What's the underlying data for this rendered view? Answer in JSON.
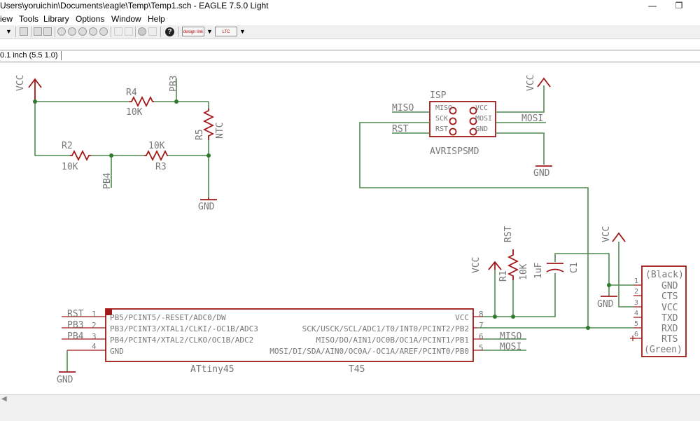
{
  "window": {
    "title": "Users\\yoruichin\\Documents\\eagle\\Temp\\Temp1.sch - EAGLE 7.5.0 Light",
    "minimize_glyph": "—",
    "restore_glyph": "❐"
  },
  "menu": {
    "items": [
      "iew",
      "Tools",
      "Library",
      "Options",
      "Window",
      "Help"
    ]
  },
  "toolbar": {
    "help_glyph": "?",
    "design_link_label": "design link",
    "spice_label": "LTC SPICE"
  },
  "coord": {
    "text": "0.1 inch (5.5 1.0)",
    "command_value": ""
  },
  "colors": {
    "wire": "#4f8a4f",
    "part": "#a01818",
    "text": "#777777"
  },
  "schematic": {
    "supplies": {
      "vcc1": "VCC",
      "vcc2": "VCC",
      "vcc3": "VCC",
      "vcc4": "VCC",
      "gnd1": "GND",
      "gnd2": "GND",
      "gnd3": "GND",
      "gnd4": "GND"
    },
    "labels": {
      "pb3_top": "PB3",
      "pb4": "PB4",
      "miso": "MISO",
      "rst": "RST",
      "mosi": "MOSI",
      "rst_r1": "RST"
    },
    "resistors": {
      "r4": {
        "name": "R4",
        "value": "10K"
      },
      "r2": {
        "name": "R2",
        "value": "10K"
      },
      "r3": {
        "name": "R3",
        "value": "10K"
      },
      "r5": {
        "name": "R5",
        "value": "NTC"
      },
      "r1": {
        "name": "R1",
        "value": "10K"
      }
    },
    "capacitor": {
      "name": "C1",
      "value": "1uF"
    },
    "isp": {
      "name": "ISP",
      "value": "AVRISPSMD",
      "pins": [
        "MISO",
        "SCK",
        "RST",
        "VCC",
        "MOSI",
        "GND"
      ]
    },
    "ftdi": {
      "top": "(Black)",
      "bottom": "(Green)",
      "pins": [
        "GND",
        "CTS",
        "VCC",
        "TXD",
        "RXD",
        "RTS"
      ],
      "pin_numbers": [
        "1",
        "2",
        "3",
        "4",
        "5",
        "6"
      ]
    },
    "chip": {
      "name": "ATtiny45",
      "value": "T45",
      "left_nets": [
        "RST",
        "PB3",
        "PB4",
        ""
      ],
      "left_numbers": [
        "1",
        "2",
        "3",
        "4"
      ],
      "left_pins": [
        "PB5/PCINT5/-RESET/ADC0/DW",
        "PB3/PCINT3/XTAL1/CLKI/-OC1B/ADC3",
        "PB4/PCINT4/XTAL2/CLKO/OC1B/ADC2",
        "GND"
      ],
      "right_pins": [
        "VCC",
        "SCK/USCK/SCL/ADC1/T0/INT0/PCINT2/PB2",
        "MISO/DO/AIN1/OC0B/OC1A/PCINT1/PB1",
        "MOSI/DI/SDA/AIN0/OC0A/-OC1A/AREF/PCINT0/PB0"
      ],
      "right_numbers": [
        "8",
        "7",
        "6",
        "5"
      ],
      "right_nets": [
        "",
        "",
        "MISO",
        "MOSI"
      ]
    }
  }
}
